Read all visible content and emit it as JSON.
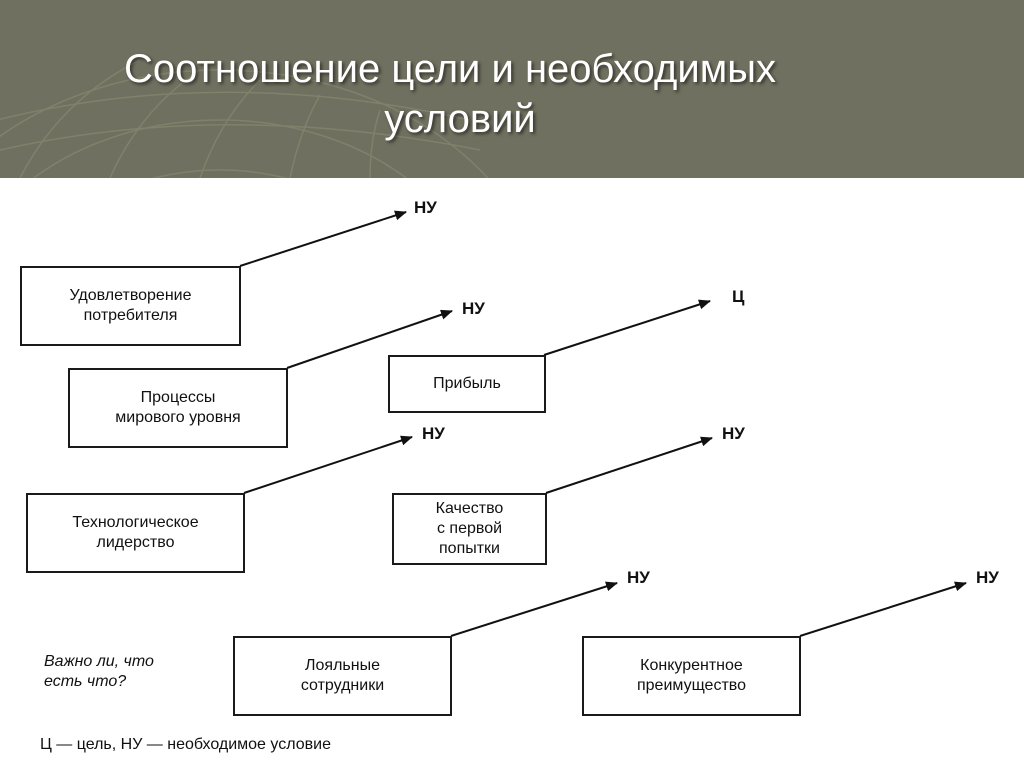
{
  "slide": {
    "title_line1": "Соотношение цели и необходимых",
    "title_line2": "условий"
  },
  "boxes": {
    "customer": {
      "text": "Удовлетворение\nпотребителя",
      "target": "НУ"
    },
    "processes": {
      "text": "Процессы\nмирового уровня",
      "target": "НУ"
    },
    "profit": {
      "text": "Прибыль",
      "target": "Ц"
    },
    "technology": {
      "text": "Технологическое\nлидерство",
      "target": "НУ"
    },
    "quality": {
      "text": "Качество\nс первой\nпопытки",
      "target": "НУ"
    },
    "employees": {
      "text": "Лояльные\nсотрудники",
      "target": "НУ"
    },
    "advantage": {
      "text": "Конкурентное\nпреимущество",
      "target": "НУ"
    }
  },
  "note": "Важно ли, что\nесть что?",
  "legend": "Ц — цель, НУ — необходимое условие",
  "colors": {
    "header_bg": "#6f705f",
    "title_text": "#ffffff",
    "ink": "#111111"
  }
}
